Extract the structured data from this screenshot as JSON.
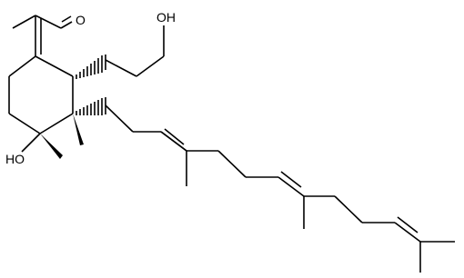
{
  "molecule": {
    "atom_labels": {
      "aldehyde_oxygen": "O",
      "hydroxyl_oxygen": "OH",
      "ring_hydroxyl": "HO"
    },
    "colors": {
      "ink": "#000000",
      "background": "#ffffff"
    }
  }
}
